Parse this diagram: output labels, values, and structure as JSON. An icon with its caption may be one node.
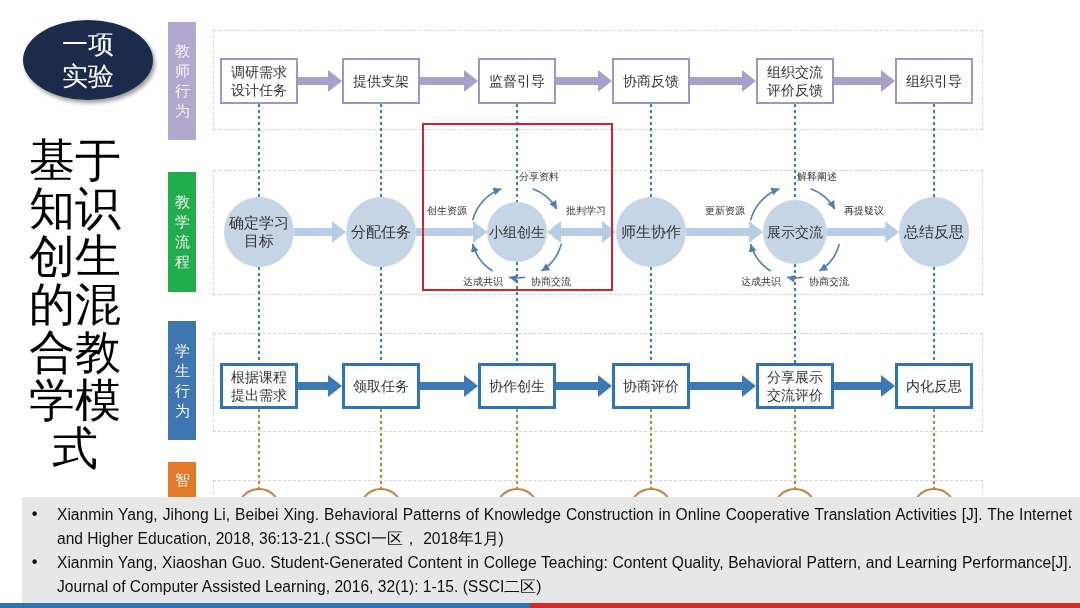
{
  "diagram": {
    "title": "基于知识创生的混合教学模式",
    "nodes": [
      {
        "text": [
          "一项实验"
        ]
      },
      {
        "text": [
          "教师行为"
        ]
      },
      {
        "text": [
          "调研需求设计任务"
        ]
      },
      {
        "text": [
          "提供支架"
        ]
      },
      {
        "text": [
          "监督引导"
        ]
      },
      {
        "text": [
          "协商反馈"
        ]
      },
      {
        "text": [
          "组织交流评价反馈"
        ]
      },
      {
        "text": [
          "组织引导"
        ]
      },
      {
        "text": [
          "教学流程"
        ]
      },
      {
        "text": [
          "确定学习目标"
        ]
      },
      {
        "text": [
          "分配任务"
        ]
      },
      {
        "text": [
          "小组创生"
        ]
      },
      {
        "text": [
          "师生协作"
        ]
      },
      {
        "text": [
          "展示交流"
        ]
      },
      {
        "text": [
          "总结反思"
        ]
      },
      {
        "text": [
          "学生行为"
        ]
      },
      {
        "text": [
          "根据课程提出需求"
        ]
      },
      {
        "text": [
          "领取任务"
        ]
      },
      {
        "text": [
          "协作创生"
        ]
      },
      {
        "text": [
          "协商评价"
        ]
      },
      {
        "text": [
          "分享展示交流评价"
        ]
      },
      {
        "text": [
          "内化反思"
        ]
      },
      {
        "text": [
          "智"
        ]
      },
      {
        "text": [],
        "shape": "circle"
      },
      {
        "text": [],
        "shape": "circle"
      },
      {
        "text": [],
        "shape": "circle"
      },
      {
        "text": [],
        "shape": "circle"
      },
      {
        "text": [],
        "shape": "circle"
      },
      {
        "text": [],
        "shape": "circle"
      }
    ],
    "edges": [
      {
        "from": 2,
        "to": 3,
        "arrow": "to",
        "style": "thick",
        "color": "#a99fc9"
      },
      {
        "from": 3,
        "to": 4,
        "arrow": "to",
        "style": "thick",
        "color": "#a99fc9"
      },
      {
        "from": 4,
        "to": 5,
        "arrow": "to",
        "style": "thick",
        "color": "#a99fc9"
      },
      {
        "from": 5,
        "to": 6,
        "arrow": "to",
        "style": "thick",
        "color": "#a99fc9"
      },
      {
        "from": 6,
        "to": 7,
        "arrow": "to",
        "style": "thick",
        "color": "#a99fc9"
      },
      {
        "from": 9,
        "to": 10,
        "arrow": "to",
        "style": "thick",
        "color": "#b7cde3"
      },
      {
        "from": 10,
        "to": 11,
        "arrow": "to",
        "style": "thick",
        "color": "#b7cde3"
      },
      {
        "from": 11,
        "to": 12,
        "arrow": "both",
        "style": "thick",
        "color": "#b7cde3"
      },
      {
        "from": 12,
        "to": 13,
        "arrow": "to",
        "style": "thick",
        "color": "#b7cde3"
      },
      {
        "from": 13,
        "to": 14,
        "arrow": "to",
        "style": "thick",
        "color": "#b7cde3"
      },
      {
        "from": 16,
        "to": 17,
        "arrow": "to",
        "style": "thick",
        "color": "#3d79b3"
      },
      {
        "from": 17,
        "to": 18,
        "arrow": "to",
        "style": "thick",
        "color": "#3d79b3"
      },
      {
        "from": 18,
        "to": 19,
        "arrow": "to",
        "style": "thick",
        "color": "#3d79b3"
      },
      {
        "from": 19,
        "to": 20,
        "arrow": "to",
        "style": "thick",
        "color": "#3d79b3"
      },
      {
        "from": 20,
        "to": 21,
        "arrow": "to",
        "style": "thick",
        "color": "#3d79b3"
      },
      {
        "from": 2,
        "to": 9,
        "arrow": "none",
        "style": "dashed"
      },
      {
        "from": 3,
        "to": 10,
        "arrow": "none",
        "style": "dashed"
      },
      {
        "from": 4,
        "to": 11,
        "arrow": "none",
        "style": "dashed"
      },
      {
        "from": 5,
        "to": 12,
        "arrow": "none",
        "style": "dashed"
      },
      {
        "from": 6,
        "to": 13,
        "arrow": "none",
        "style": "dashed"
      },
      {
        "from": 7,
        "to": 14,
        "arrow": "none",
        "style": "dashed"
      },
      {
        "from": 9,
        "to": 16,
        "arrow": "none",
        "style": "dashed"
      },
      {
        "from": 10,
        "to": 17,
        "arrow": "none",
        "style": "dashed"
      },
      {
        "from": 11,
        "to": 18,
        "arrow": "none",
        "style": "dashed"
      },
      {
        "from": 12,
        "to": 19,
        "arrow": "none",
        "style": "dashed"
      },
      {
        "from": 13,
        "to": 20,
        "arrow": "none",
        "style": "dashed"
      },
      {
        "from": 14,
        "to": 21,
        "arrow": "none",
        "style": "dashed"
      },
      {
        "from": 16,
        "to": 23,
        "arrow": "none",
        "style": "dashed",
        "color": "#c97d3a"
      },
      {
        "from": 17,
        "to": 24,
        "arrow": "none",
        "style": "dashed",
        "color": "#c97d3a"
      },
      {
        "from": 18,
        "to": 25,
        "arrow": "none",
        "style": "dashed",
        "color": "#c97d3a"
      },
      {
        "from": 19,
        "to": 26,
        "arrow": "none",
        "style": "dashed",
        "color": "#c97d3a"
      },
      {
        "from": 20,
        "to": 27,
        "arrow": "none",
        "style": "dashed",
        "color": "#c97d3a"
      },
      {
        "from": 21,
        "to": 28,
        "arrow": "none",
        "style": "dashed",
        "color": "#c97d3a"
      }
    ],
    "labels": [
      "分享资料",
      "批判学习",
      "协商交流",
      "达成共识",
      "创生资源",
      "解释阐述",
      "再提疑议",
      "协商交流",
      "达成共识",
      "更新资源",
      "•",
      "Xianmin Yang, Jihong Li, Beibei Xing. Behavioral Patterns of Knowledge Construction in Online Cooperative Translation Activities [J]. The Internet and Higher Education, 2018, 36:13-21.( SSCI一区， 2018年1月)",
      "•",
      "Xianmin Yang, Xiaoshan Guo. Student-Generated Content in College Teaching: Content Quality, Behavioral Pattern, and Learning Performance[J]. Journal of Computer Assisted Learning, 2016, 32(1): 1-15. (SSCI二区)"
    ]
  }
}
